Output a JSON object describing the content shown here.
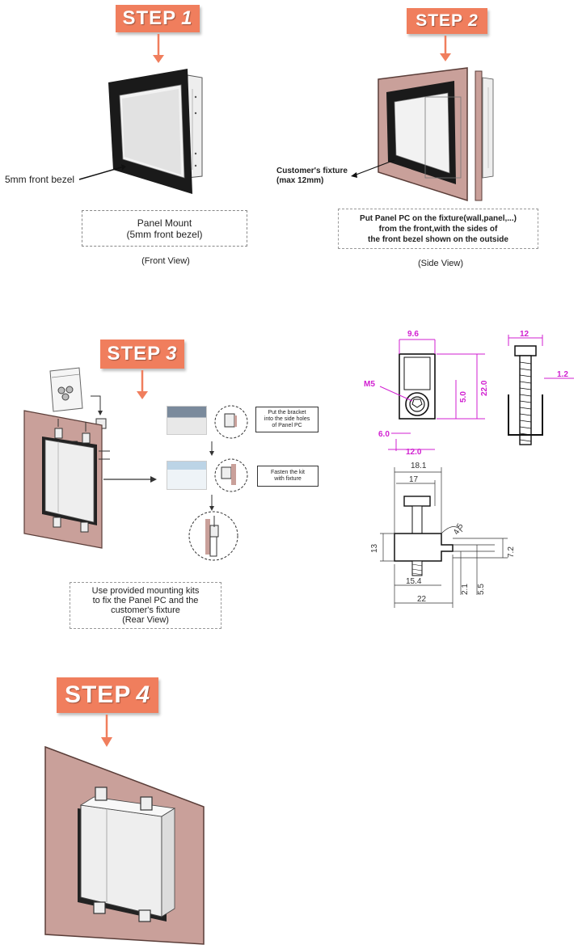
{
  "step1": {
    "badge_word": "STEP",
    "badge_num": "1",
    "bezel_label": "5mm front bezel",
    "box_text": "Panel Mount\n(5mm front bezel)",
    "view_caption": "(Front View)"
  },
  "step2": {
    "badge_word": "STEP",
    "badge_num": "2",
    "fixture_label": "Customer's fixture\n(max 12mm)",
    "box_text": "Put Panel PC on the fixture(wall,panel,...)\nfrom the front,with the sides of\nthe front bezel shown on the outside",
    "view_caption": "(Side View)"
  },
  "step3": {
    "badge_word": "STEP",
    "badge_num": "3",
    "note1": "Put the bracket\ninto the side holes\nof Panel PC",
    "note2": "Fasten the kit\nwith fixture",
    "box_text": "Use provided mounting kits\nto fix the Panel PC and the\ncustomer's fixture\n(Rear View)"
  },
  "step4": {
    "badge_word": "STEP",
    "badge_num": "4"
  },
  "bracket_front": {
    "w_top": "9.6",
    "w_bottom": "12.0",
    "height_inner": "5.0",
    "height_total": "22.0",
    "offset": "6.0",
    "thread": "M5"
  },
  "bracket_side": {
    "w_top": "12",
    "thickness": "1.2"
  },
  "bracket_profile": {
    "len_total": "18.1",
    "len_17": "17",
    "height": "13",
    "angle": "4.5",
    "h_7_2": "7.2",
    "h_2_1": "2.1",
    "h_5_5": "5.5",
    "len_15_4": "15.4",
    "len_22": "22"
  },
  "colors": {
    "badge": "#f07e5d",
    "fixture": "#c9a09a",
    "magenta_dim": "#d11fd1",
    "arrow": "#f07e5d"
  }
}
